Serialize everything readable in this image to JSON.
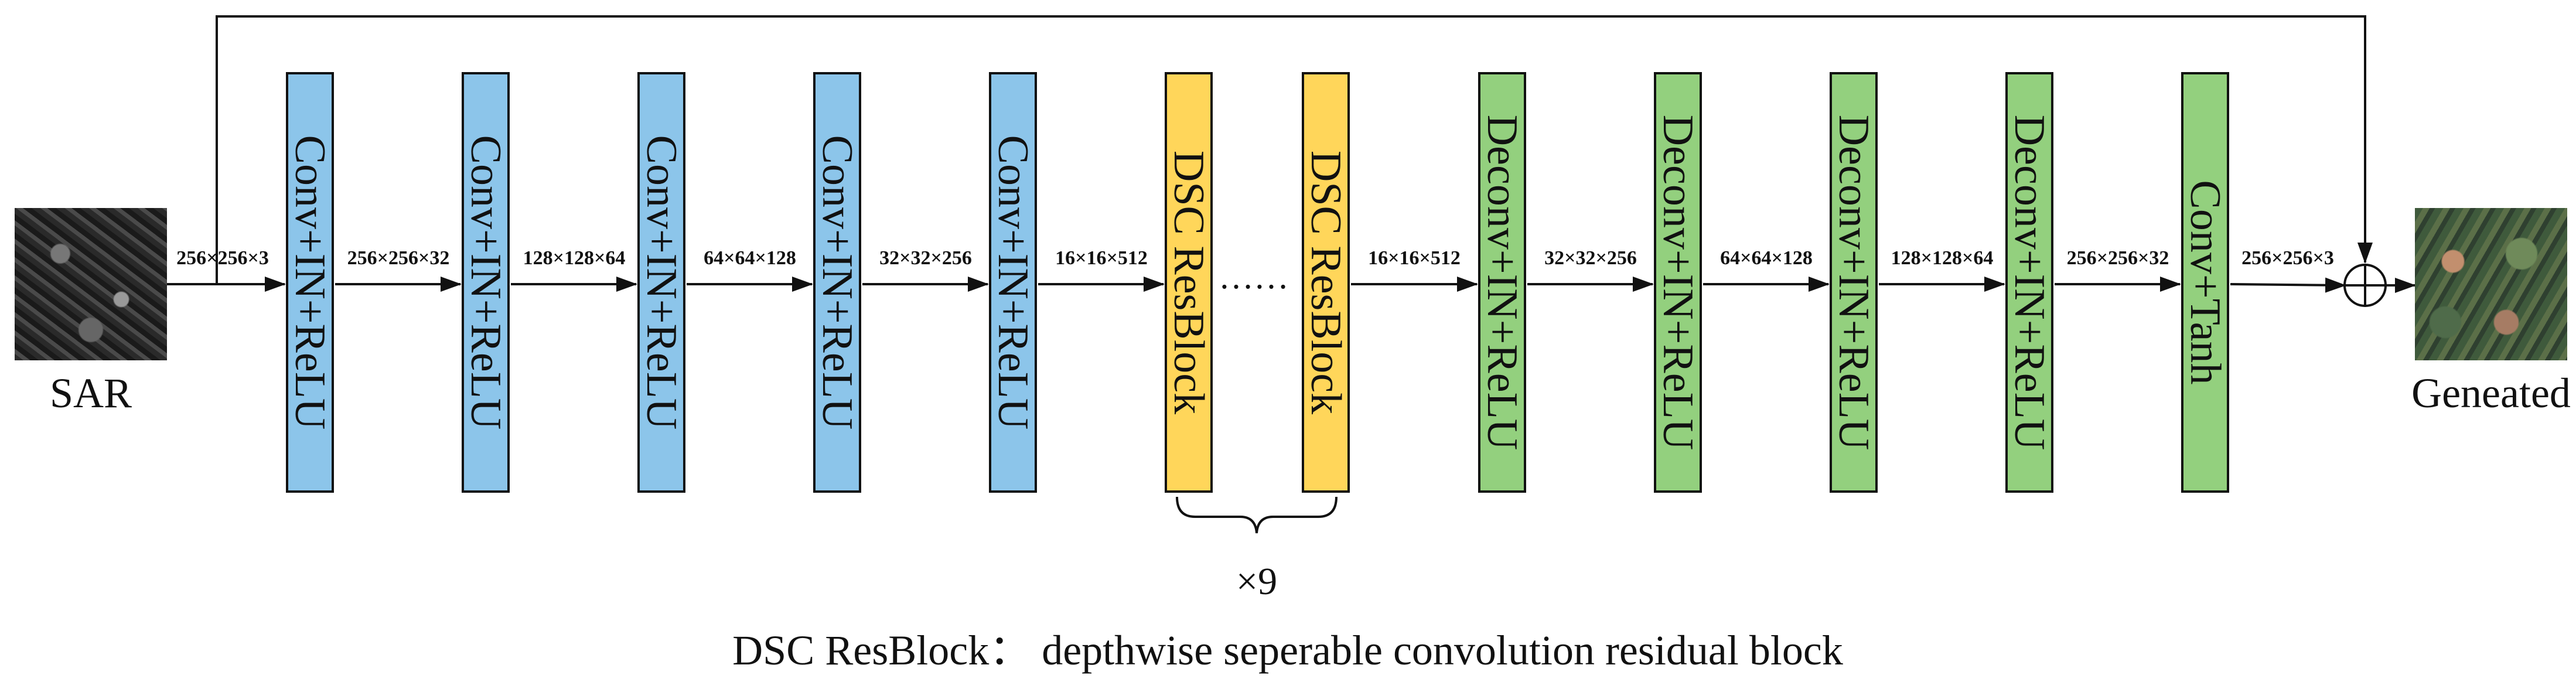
{
  "input": {
    "label": "SAR"
  },
  "output": {
    "label": "Geneated"
  },
  "blocks": [
    {
      "label": "Conv+IN+ReLU",
      "color": "#8CC5EA"
    },
    {
      "label": "Conv+IN+ReLU",
      "color": "#8CC5EA"
    },
    {
      "label": "Conv+IN+ReLU",
      "color": "#8CC5EA"
    },
    {
      "label": "Conv+IN+ReLU",
      "color": "#8CC5EA"
    },
    {
      "label": "Conv+IN+ReLU",
      "color": "#8CC5EA"
    },
    {
      "label": "DSC ResBlock",
      "color": "#FFD65A"
    },
    {
      "label": "DSC ResBlock",
      "color": "#FFD65A"
    },
    {
      "label": "Deconv+IN+ReLU",
      "color": "#93D07E"
    },
    {
      "label": "Deconv+IN+ReLU",
      "color": "#93D07E"
    },
    {
      "label": "Deconv+IN+ReLU",
      "color": "#93D07E"
    },
    {
      "label": "Deconv+IN+ReLU",
      "color": "#93D07E"
    },
    {
      "label": "Conv+Tanh",
      "color": "#93D07E"
    }
  ],
  "dims": [
    "256×256×3",
    "256×256×32",
    "128×128×64",
    "64×64×128",
    "32×32×256",
    "16×16×512",
    "16×16×512",
    "32×32×256",
    "64×64×128",
    "128×128×64",
    "256×256×32",
    "256×256×3"
  ],
  "ellipsis": "……",
  "repeat_label": "×9",
  "footnote": "DSC ResBlock：  depthwise seperable convolution residual block",
  "colors": {
    "line": "#111111"
  }
}
